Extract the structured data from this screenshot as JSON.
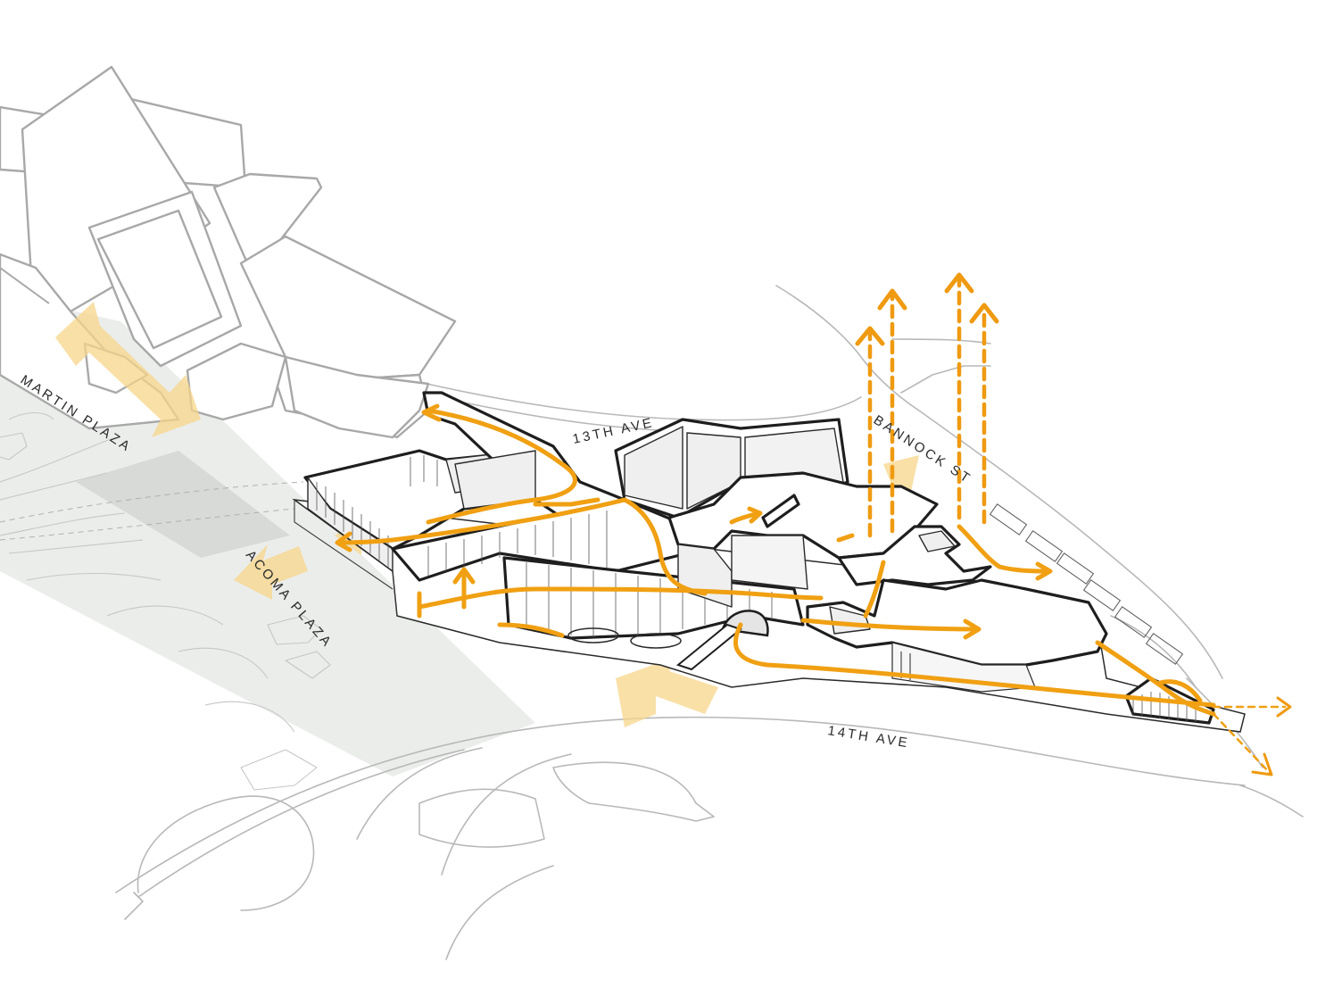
{
  "diagram": {
    "labels": {
      "martin_plaza": "MARTIN PLAZA",
      "acoma_plaza": "ACOMA PLAZA",
      "thirteenth_ave": "13TH AVE",
      "bannock_st": "BANNOCK ST",
      "fourteenth_ave": "14TH AVE"
    },
    "colors": {
      "circulation_path": "#f0a012",
      "plaza_arrow": "#f7d58a",
      "building_outline": "#1e1e1e",
      "context_lines": "#b8b8b8",
      "plaza_band": "#e3e5e3"
    }
  }
}
